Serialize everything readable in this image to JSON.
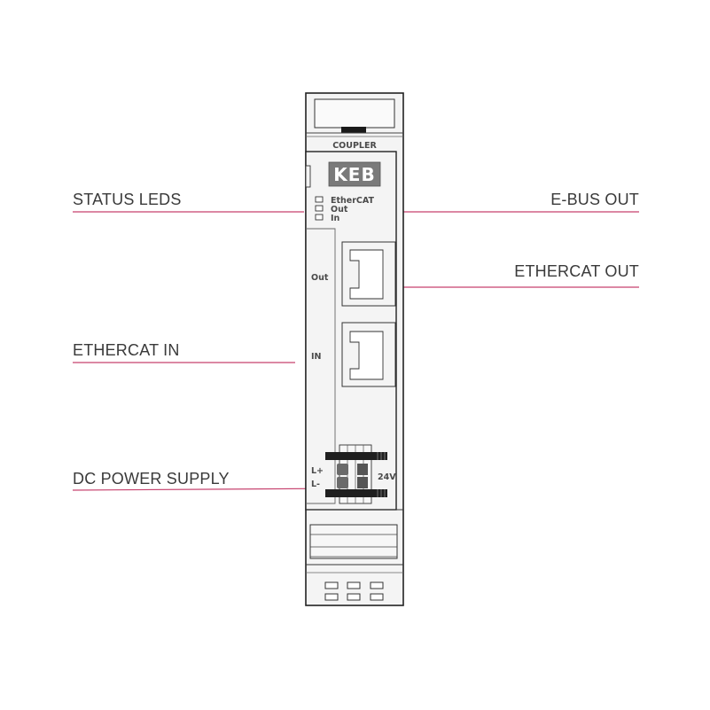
{
  "device": {
    "header": "COUPLER",
    "logo": "KEB",
    "led_labels": [
      "EtherCAT",
      "Out",
      "In"
    ],
    "port_out_label": "Out",
    "port_in_label": "IN",
    "power_plus": "L+",
    "power_minus": "L-",
    "voltage": "24V"
  },
  "callouts": {
    "status_leds": "STATUS LEDS",
    "ebus_out": "E-BUS OUT",
    "ethercat_out": "ETHERCAT OUT",
    "ethercat_in": "ETHERCAT IN",
    "dc_power": "DC POWER SUPPLY"
  },
  "colors": {
    "leader_line": "#c6426e",
    "outline": "#222222",
    "housing": "#f4f4f4",
    "logo_bg": "#7a7a7a"
  }
}
